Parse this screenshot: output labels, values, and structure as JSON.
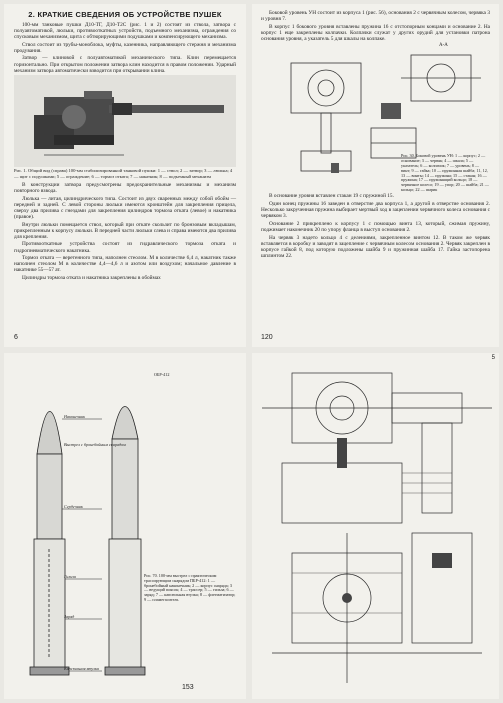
{
  "page1": {
    "title": "2. КРАТКИЕ СВЕДЕНИЯ ОБ УСТРОЙСТВЕ ПУШЕК",
    "intro": "100-мм танковые пушки Д10-ТГ, Д10-Т2С (рис. 1 и 2) состоят из ствола, затвора с полуавтоматикой, люльки, противооткатных устройств, подъемного механизма, ограждения со спусковым механизмом, щита с обтюрирующими подушками и компенсирующего механизма.",
    "p_stvol": "Ствол состоит из трубы-моноблока, муфты, казенника, направляющего стержня и механизма продувания.",
    "p_zatvor": "Затвор — клиновой с полуавтоматикой механического типа. Клин перемещается горизонтально. При открытом положении затвора клин находится в правом положении. Ударный механизм затвора автоматически взводится при открывании клина.",
    "fig_caption": "Рис. 1. Общий вид (справа) 100-мм стабилизированной танковой пушки: 1 — ствол; 2 — затвор; 3 — люлька; 4 — щит с подушками; 5 — ограждение; 6 — тормоз отката; 7 — накатник; 8 — подъемный механизм",
    "p_construct": "В конструкции затвора предусмотрены предохранительные механизмы и механизм повторного взвода.",
    "p_lyulka": "Люлька — литая, цилиндрического типа. Состоит из двух сваренных между собой обойм — передней и задней. С левой стороны люльки имеются кронштейн для закрепления прицела, сверху два прилива с гнездами для закрепления цилиндров тормоза отката (левое) и накатника (правое).",
    "p_inside": "Внутри люльки помещается ствол, который при откате скользит по бронзовым вкладышам, прикрепленным к корпусу люльки. В передней части люльки слева и справа имеются два прилива для крепления.",
    "p_protiv": "Противооткатные устройства состоят из гидравлического тормоза отката и гидропневматического накатника.",
    "p_tormoz": "Тормоз отката — веретенного типа, наполнен стеолом. М в количестве 6,4 л, накатник также наполнен стеолом М в количестве 4,4—4,6 л и азотом или воздухом; начальное давление в накатнике 55—57 ат.",
    "p_last": "Цилиндры тормоза отката и накатника закреплены в обоймах",
    "page_number": "6"
  },
  "page2": {
    "p1": "Боковой уровень УН состоит из корпуса 1 (рис. 56), основания 2 с червячным колесом, червяка 3 и уровня 7.",
    "p2": "В корпус 1 бокового уровня вставлены пружина 16 с отстопорным концами и основание 2. На корпус 1 еще закреплены колпачки. Колпачки служат у других орудий для установки патрона основания уровня, а указатель 5 для шкалы на колпаке.",
    "section_label": "А-А",
    "fig_caption": "Рис. 30. Боковой уровень УН: 1 — корпус; 2 — основание; 3 — червяк; 4 — шкала; 5 — указатель; 6 — колпачок; 7 — уровень; 8 — винт; 9 — гайка; 10 — пружинная шайба; 11, 12, 13 — винты; 14 — пружина; 15 — стакан; 16 — пружина; 17 — пружинящий кольцо; 18 — червячное колесо; 19 — упор; 20 — шайба; 21 — кольцо; 22 — шарик",
    "p3": "В основание уровня вставлен стакан 19 с пружиной 15.",
    "p4": "Один конец пружины 16 заведен в отверстие два корпуса 1, а другой в отверстие основания 2. Несколько закрученная пружина выбирает мертвый ход в зацеплении червячного колеса основания с червяком 3.",
    "p5": "Основание 2 прикреплено к корпусу 1 с помощью винта 13, который, сжимая пружину, поджимает наконечник 20 по упору фланца в выступ основания 2.",
    "p6": "На червяк 3 надето кольцо 4 с делениями, закрепленное винтом 12. В таком же червяк вставляется в коробку и заводят в зацепление с червячным колесом основания 2. Червяк закреплен в корпусе гайкой 8, под которую подложены шайба 9 и пружинная шайба 17. Гайка застопорена шплинтом 22.",
    "page_number": "120"
  },
  "page3": {
    "label_main": "Выстрел с бронебойным снарядом",
    "label_nose": "Наконечник",
    "label_core": "Сердечник",
    "label_case": "Гильза",
    "label_charge": "Заряд",
    "label_primer": "Капсюльная втулка",
    "label_right_top": "ОБР-412",
    "fig_caption": "Рис. 70. 100-мм выстрел с практическим трассирующим снарядом ПБР-412: 1 — бронебойный наконечник; 2 — корпус снаряда; 3 — ведущий поясок; 4 — трассер; 5 — гильза; 6 — заряд; 7 — капсюльная втулка; 8 — флегматизатор; 9 — пламегаситель",
    "page_number": "153"
  },
  "page4": {
    "corner_number": "5"
  }
}
